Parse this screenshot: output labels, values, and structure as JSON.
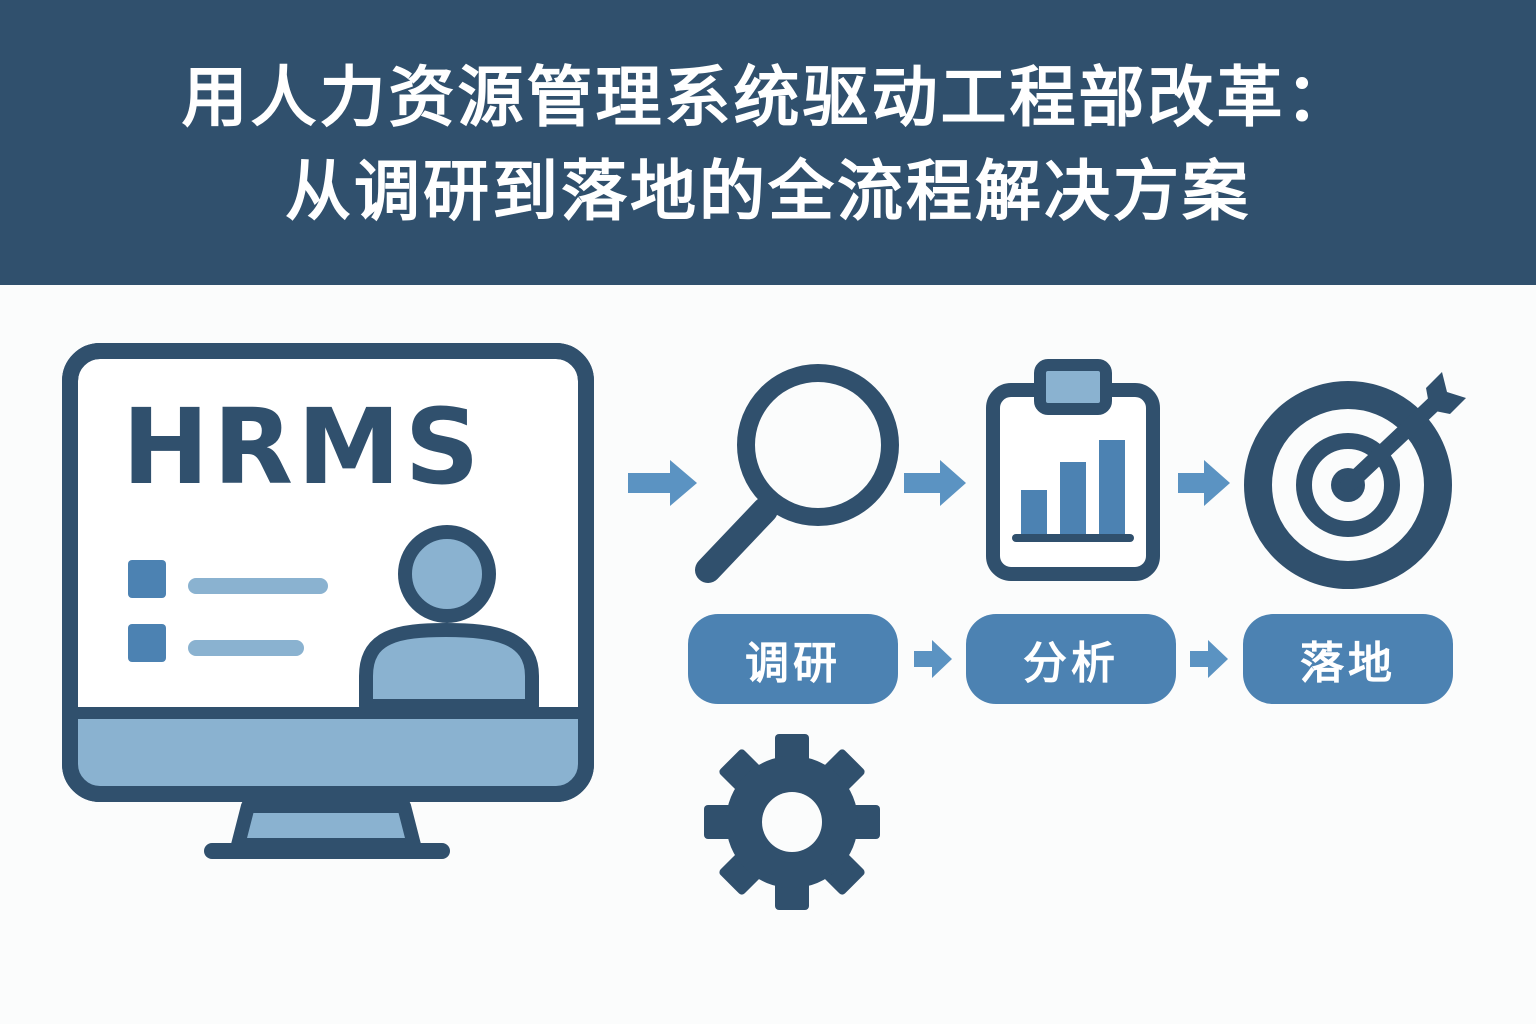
{
  "header": {
    "title_line1": "用人力资源管理系统驱动工程部改革：",
    "title_line2": "从调研到落地的全流程解决方案"
  },
  "monitor": {
    "screen_text": "HRMS"
  },
  "process": {
    "steps": [
      {
        "label": "调研",
        "icon": "magnifier-icon"
      },
      {
        "label": "分析",
        "icon": "clipboard-chart-icon"
      },
      {
        "label": "落地",
        "icon": "target-icon"
      }
    ]
  },
  "colors": {
    "navy": "#30506d",
    "mid_blue": "#4c82b2",
    "light_blue": "#8ab2d0",
    "arrow_blue": "#5b93c2",
    "background": "#fbfcfc"
  }
}
